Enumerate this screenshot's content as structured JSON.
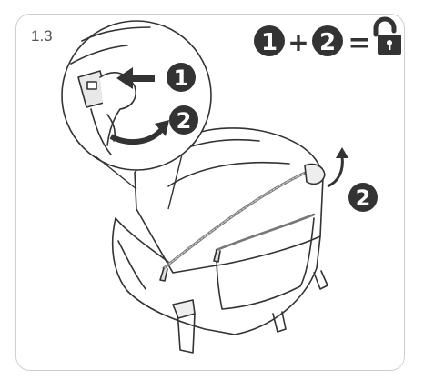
{
  "step": {
    "label": "1.3"
  },
  "markers": {
    "one": "1",
    "two": "2",
    "plus": "+",
    "equals": "="
  },
  "colors": {
    "ink": "#333333",
    "marker_fill": "#333333",
    "frame_border": "#cfcfcf",
    "zipper": "#9a9a9a"
  },
  "icons": {
    "unlock": "open-padlock-icon",
    "arrow_push": "arrow-right-icon",
    "arrow_curve": "curved-arrow-icon"
  }
}
